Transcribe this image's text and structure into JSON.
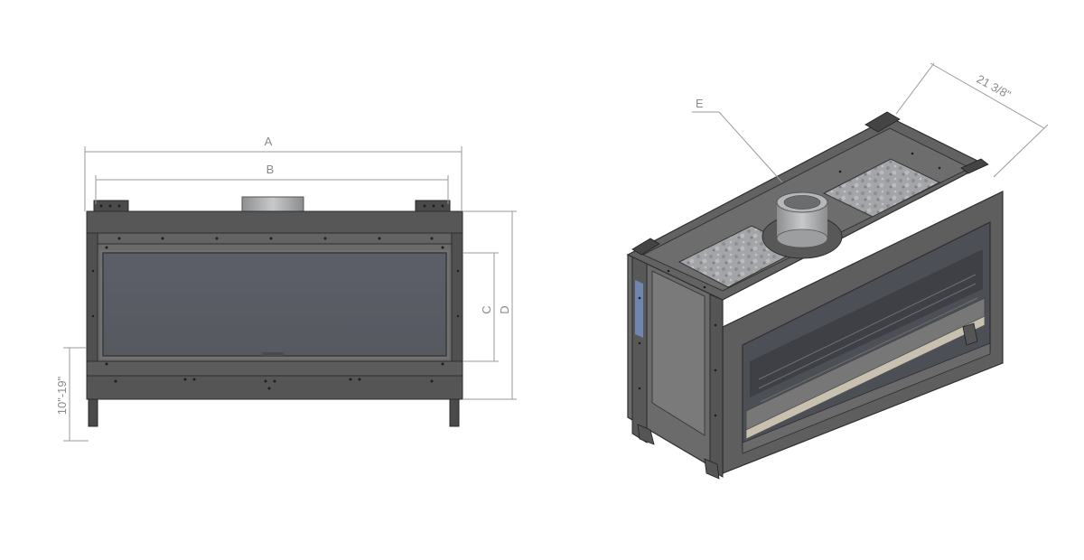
{
  "dimensions": {
    "a_label": "A",
    "b_label": "B",
    "c_label": "C",
    "d_label": "D",
    "e_label": "E",
    "leg_height_label": "10\"-19\"",
    "depth_label": "21 3/8\""
  },
  "colors": {
    "frame": "#5a5a5a",
    "glass": "#5b5d66",
    "dimension_line": "#9a9a9a",
    "stone": "#a3a5a8"
  }
}
